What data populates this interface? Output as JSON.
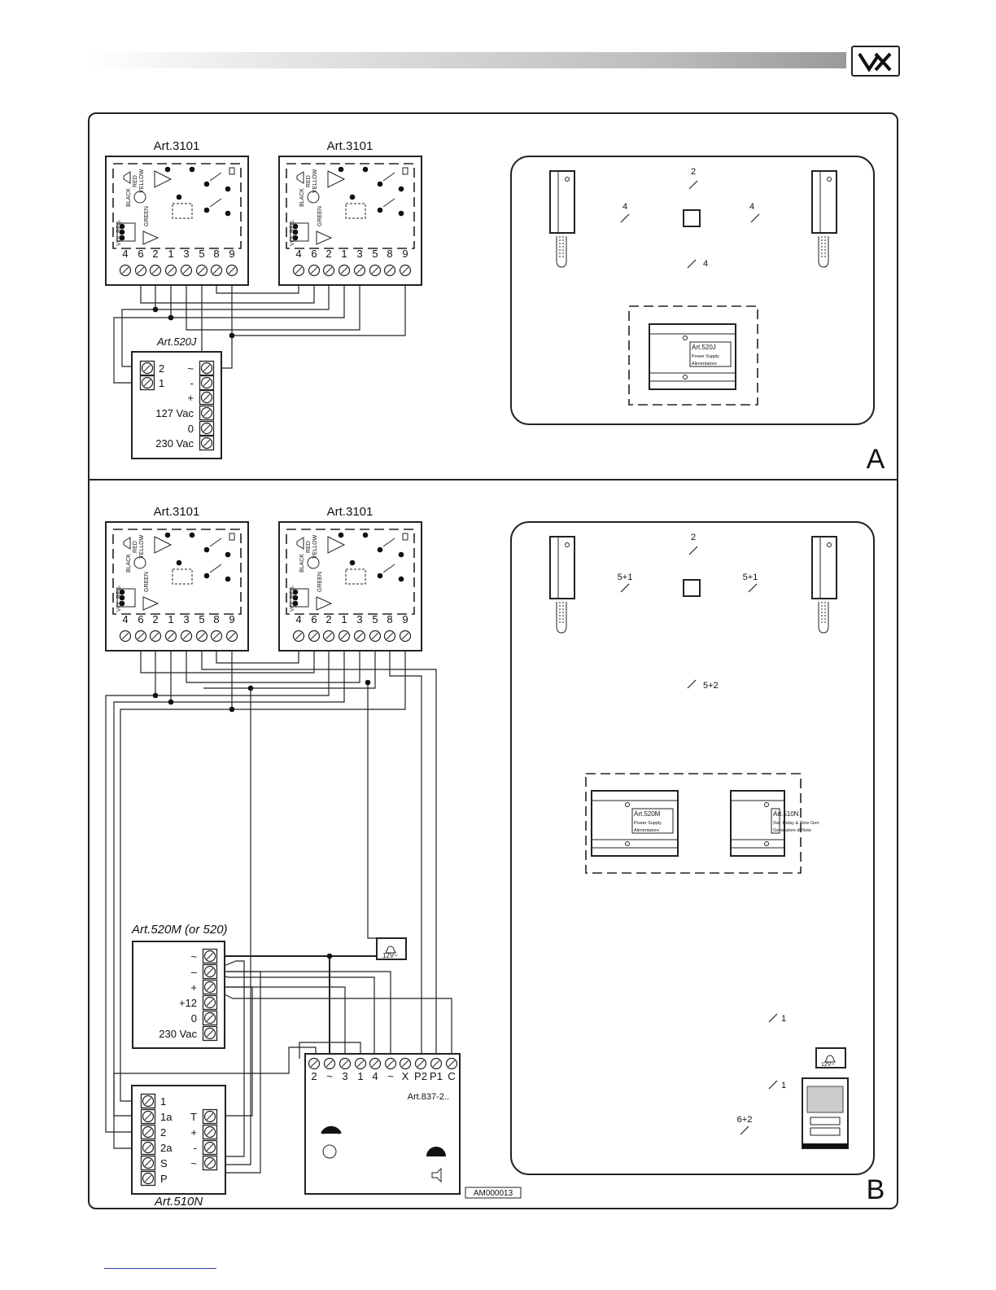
{
  "header": {
    "logo_icon": "vx-logo-icon"
  },
  "panel_a": {
    "label": "A",
    "units": [
      {
        "title": "Art.3101",
        "terminals": [
          "4",
          "6",
          "2",
          "1",
          "3",
          "5",
          "8",
          "9"
        ]
      },
      {
        "title": "Art.3101",
        "terminals": [
          "4",
          "6",
          "2",
          "1",
          "3",
          "5",
          "8",
          "9"
        ]
      }
    ],
    "unit_wire_labels": [
      "RED",
      "YELLOW",
      "BLACK",
      "GREEN",
      "VOL.REG."
    ],
    "power_supply": {
      "title": "Art.520J",
      "rows": [
        "2",
        "1",
        "~",
        "-",
        "+",
        "127 Vac",
        "0",
        "230 Vac"
      ]
    },
    "schematic": {
      "wire_counts": [
        "2",
        "4",
        "4",
        "4"
      ],
      "module": {
        "name": "Art.520J",
        "line1": "Power Supply",
        "line2": "Alimentatore"
      }
    }
  },
  "panel_b": {
    "label": "B",
    "units": [
      {
        "title": "Art.3101",
        "terminals": [
          "4",
          "6",
          "2",
          "1",
          "3",
          "5",
          "8",
          "9"
        ]
      },
      {
        "title": "Art.3101",
        "terminals": [
          "4",
          "6",
          "2",
          "1",
          "3",
          "5",
          "8",
          "9"
        ]
      }
    ],
    "power_supply": {
      "title": "Art.520M (or 520)",
      "rows": [
        "~",
        "–",
        "+",
        "+12",
        "0",
        "230 Vac"
      ]
    },
    "lock": {
      "label": "12V~"
    },
    "entrance_panel": {
      "title": "Art.837-2..",
      "terminals": [
        "2",
        "~",
        "3",
        "1",
        "4",
        "~",
        "X",
        "P2",
        "P1",
        "C"
      ]
    },
    "generator": {
      "title": "Art.510N",
      "left_rows": [
        "1",
        "1a",
        "2",
        "2a",
        "S",
        "P"
      ],
      "right_rows": [
        "T",
        "+",
        "-",
        "~"
      ]
    },
    "schematic": {
      "wire_counts": [
        "2",
        "5+1",
        "5+1",
        "5+2",
        "1",
        "1",
        "6+2"
      ],
      "module_1": {
        "name": "Art.520M",
        "line1": "Power Supply",
        "line2": "Alimentatore"
      },
      "module_2": {
        "name": "Art.510N",
        "line1": "Swi. Relay & Tone Gen.",
        "line2": "Generatore di Note"
      },
      "lock_label": "12V~"
    },
    "ref_code": "AM000013"
  }
}
